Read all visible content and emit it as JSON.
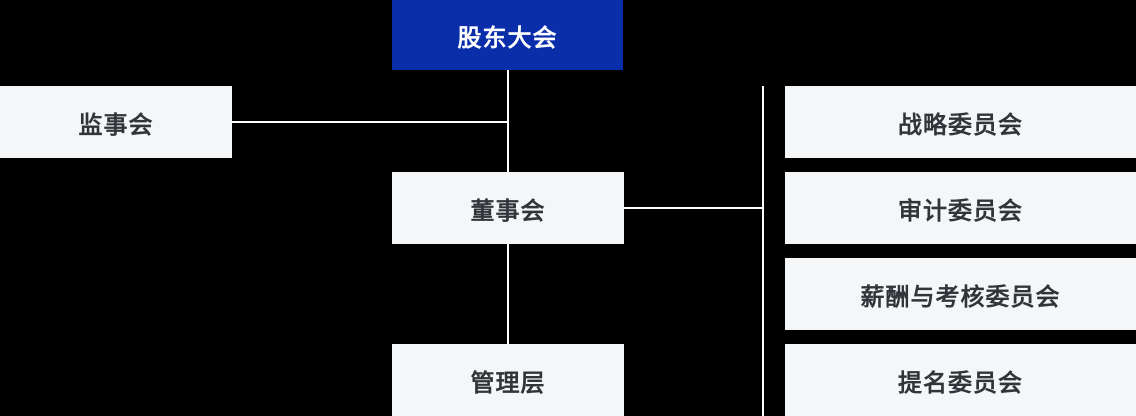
{
  "colors": {
    "background": "#000000",
    "primary_blue": "#0A2DAA",
    "box_bg": "#F5F6F8",
    "box_text": "#32343A",
    "root_text": "#FFFFFF",
    "line": "#FFFFFF"
  },
  "org_chart": {
    "type": "org-chart",
    "root": {
      "label": "股东大会"
    },
    "supervisory_board": {
      "label": "监事会"
    },
    "board_of_directors": {
      "label": "董事会"
    },
    "management": {
      "label": "管理层"
    },
    "committees": [
      {
        "label": "战略委员会"
      },
      {
        "label": "审计委员会"
      },
      {
        "label": "薪酬与考核委员会"
      },
      {
        "label": "提名委员会"
      }
    ]
  }
}
